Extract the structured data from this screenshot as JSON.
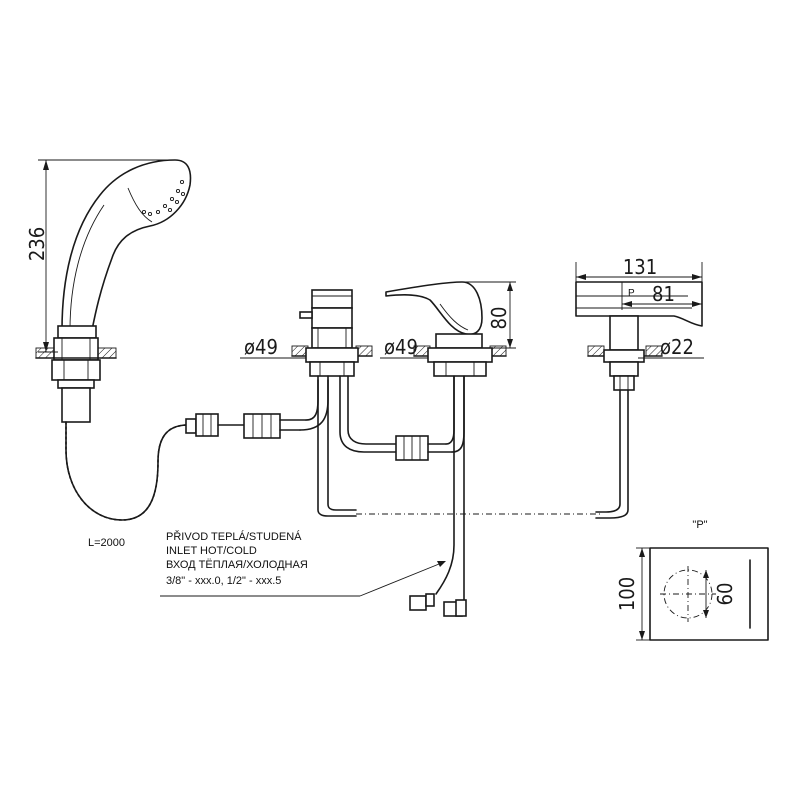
{
  "dimensions": {
    "shower_height": "236",
    "hose_length": "L=2000",
    "diverter_diameter": "ø49",
    "spout_diameter": "ø49",
    "spout_height": "80",
    "lever_total_width": "131",
    "lever_offset": "81",
    "lever_detail_marker": "P",
    "lever_stem_diameter": "ø22",
    "detail_title": "\"P\"",
    "detail_plate_height": "100",
    "detail_circle_diameter": "60"
  },
  "inlet_note": {
    "line_cz": "PŘIVOD TEPLÁ/STUDENÁ",
    "line_en": "INLET HOT/COLD",
    "line_ru": "ВХОД ТЁПЛАЯ/ХОЛОДНАЯ",
    "line_codes": "3/8\" - xxx.0, 1/2\" - xxx.5"
  },
  "colors": {
    "line": "#1a1a1a",
    "background": "#ffffff"
  }
}
